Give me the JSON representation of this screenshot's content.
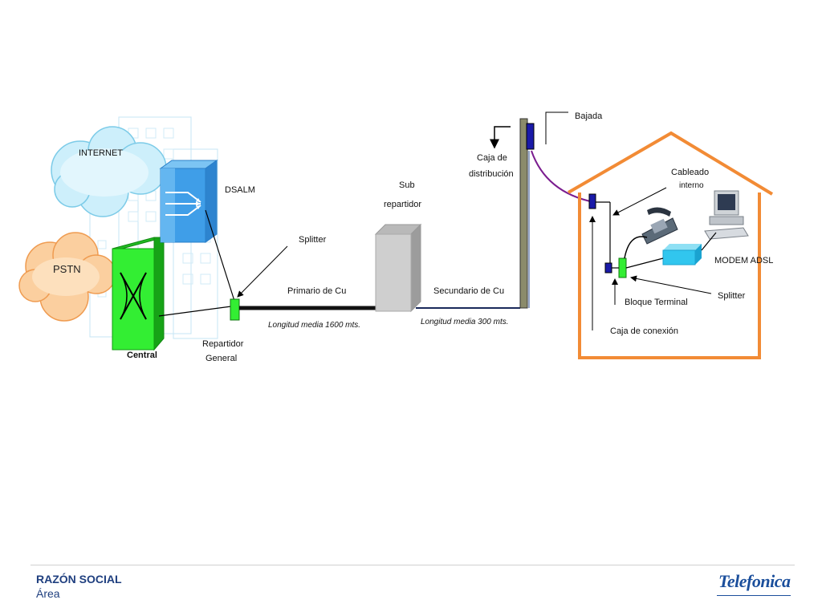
{
  "diagram": {
    "clouds": {
      "internet": "INTERNET",
      "pstn": "PSTN"
    },
    "labels": {
      "dsalm": "DSALM",
      "central": "Central",
      "repartidor_1": "Repartidor",
      "repartidor_2": "General",
      "splitter_top": "Splitter",
      "primario": "Primario de Cu",
      "primario_length": "Longitud media 1600 mts.",
      "sub_1": "Sub",
      "sub_2": "repartidor",
      "secundario": "Secundario de Cu",
      "secundario_length": "Longitud media 300 mts.",
      "caja_1": "Caja de",
      "caja_2": "distribución",
      "bajada": "Bajada",
      "cableado_1": "Cableado",
      "cableado_2": "interno",
      "modem": "MODEM ADSL",
      "splitter_house": "Splitter",
      "bloque": "Bloque Terminal",
      "caja_conexion": "Caja de conexión"
    },
    "colors": {
      "central_green": "#33ee33",
      "dsalm_blue": "#3f9ee8",
      "house_orange": "#f28b35",
      "internet_cloud": "#cdeffb",
      "pstn_cloud": "#fbcf9f"
    }
  },
  "footer": {
    "company": "RAZÓN SOCIAL",
    "area": "Área",
    "brand": "Telefonica"
  }
}
